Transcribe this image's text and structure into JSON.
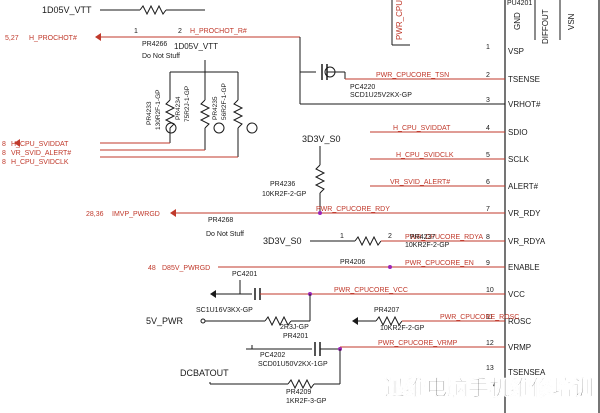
{
  "ic": {
    "ref": "PU4201",
    "top_labels": [
      "GND",
      "DIFFOUT",
      "VSN"
    ],
    "top_cut_label": "PWR_CPU",
    "pins": [
      {
        "num": "1",
        "name": "VSP"
      },
      {
        "num": "2",
        "name": "TSENSE"
      },
      {
        "num": "3",
        "name": "VRHOT#"
      },
      {
        "num": "4",
        "name": "SDIO"
      },
      {
        "num": "5",
        "name": "SCLK"
      },
      {
        "num": "6",
        "name": "ALERT#"
      },
      {
        "num": "7",
        "name": "VR_RDY"
      },
      {
        "num": "8",
        "name": "VR_RDYA"
      },
      {
        "num": "9",
        "name": "ENABLE"
      },
      {
        "num": "10",
        "name": "VCC"
      },
      {
        "num": "11",
        "name": "ROSC"
      },
      {
        "num": "12",
        "name": "VRMP"
      },
      {
        "num": "13",
        "name": "TSENSEA"
      }
    ]
  },
  "rails": {
    "v1d05_top": "1D05V_VTT",
    "v1d05_pullup": "1D05V_VTT",
    "v3d3_top": "3D3V_S0",
    "v3d3_left": "3D3V_S0",
    "v5": "5V_PWR",
    "dcbat": "DCBATOUT"
  },
  "nets": {
    "prochot": "H_PROCHOT_R#",
    "cpucore_tsn": "PWR_CPUCORE_TSN",
    "svid_dat": "H_CPU_SVIDDAT",
    "svid_clk": "H_CPU_SVIDCLK",
    "svid_alert": "VR_SVID_ALERT#",
    "rdy": "PWR_CPUCORE_RDY",
    "rdya": "PWR_CPUCORE_RDYA",
    "en": "PWR_CPUCORE_EN",
    "vcc": "PWR_CPUCORE_VCC",
    "rosc": "PWR_CPUCORE_ROSC",
    "vrmp": "PWR_CPUCORE_VRMP"
  },
  "offpage": {
    "prochot": {
      "ref": "5,27",
      "name": "H_PROCHOT#"
    },
    "sviddat": {
      "ref": "8",
      "name": "H_CPU_SVIDDAT"
    },
    "svidalert": {
      "ref": "8",
      "name": "VR_SVID_ALERT#"
    },
    "svidclk": {
      "ref": "8",
      "name": "H_CPU_SVIDCLK"
    },
    "imvp": {
      "ref": "28,36",
      "name": "IMVP_PWRGD"
    },
    "d85v": {
      "ref": "48",
      "name": "D85V_PWRGD"
    }
  },
  "parts": {
    "pr4266": {
      "ref": "PR4266",
      "note": "Do Not Stuff"
    },
    "pr4233": {
      "ref": "PR4233",
      "value": "130R2F-1-GP"
    },
    "pr4234": {
      "ref": "PR4234",
      "value": "75R2J-1-GP"
    },
    "pr4235": {
      "ref": "PR4235",
      "value": "56R2F-1-GP"
    },
    "pc4220": {
      "ref": "PC4220",
      "value": "SCD1U25V2KX-GP"
    },
    "pr4236": {
      "ref": "PR4236",
      "value": "10KR2F-2-GP"
    },
    "pr4268": {
      "ref": "PR4268",
      "note": "Do Not Stuff"
    },
    "pr4237": {
      "ref": "PR4237",
      "value": "10KR2F-2-GP"
    },
    "pr4206": {
      "ref": "PR4206"
    },
    "pc4201": {
      "ref": "PC4201",
      "value": "SC1U16V3KX-GP"
    },
    "pr4201": {
      "ref": "PR4201",
      "value": "2R3J-GP"
    },
    "pr4207": {
      "ref": "PR4207",
      "value": "10KR2F-2-GP"
    },
    "pc4202": {
      "ref": "PC4202",
      "value": "SCD01U50V2KX-1GP"
    },
    "pr4209": {
      "ref": "PR4209",
      "value": "1KR2F-3-GP"
    }
  },
  "pin_numbers": {
    "n1": "1",
    "n2": "2"
  },
  "watermark": "迅维电脑手机维修培训"
}
